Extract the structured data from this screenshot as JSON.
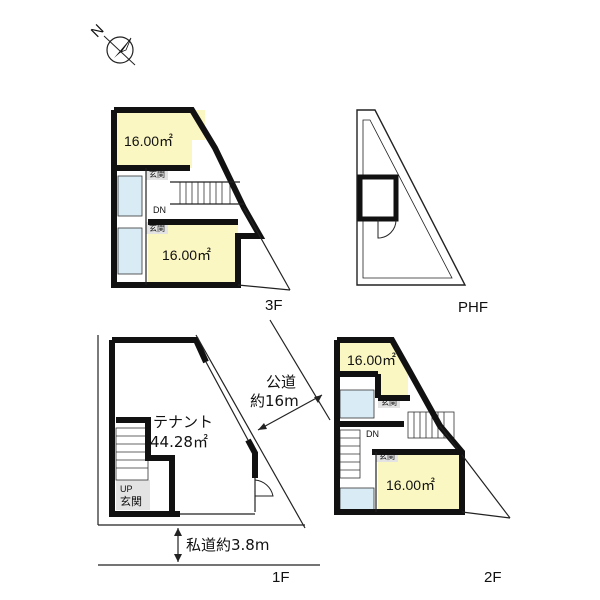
{
  "compass": {
    "label": "N",
    "icon": "north-arrow-icon"
  },
  "floors": {
    "f3": {
      "label": "3F",
      "room_upper_area": "16.00㎡",
      "room_lower_area": "16.00㎡",
      "entrance_upper": "玄関",
      "entrance_lower": "玄関",
      "down_label": "DN"
    },
    "phf": {
      "label": "PHF"
    },
    "f1": {
      "label": "1F",
      "tenant_name": "テナント",
      "tenant_area": "44.28㎡",
      "up_label": "UP",
      "entrance": "玄関"
    },
    "f2": {
      "label": "2F",
      "room_upper_area": "16.00㎡",
      "room_lower_area": "16.00㎡",
      "entrance_upper": "玄関",
      "entrance_lower": "玄関",
      "down_label": "DN"
    }
  },
  "roads": {
    "public_road_line1": "公道",
    "public_road_line2": "約16m",
    "private_road": "私道約3.8m"
  },
  "colors": {
    "room_fill": "#fbf7c2",
    "entrance_fill": "#e3e3e3",
    "wall": "#111111",
    "fixture": "#d9ecf5"
  }
}
